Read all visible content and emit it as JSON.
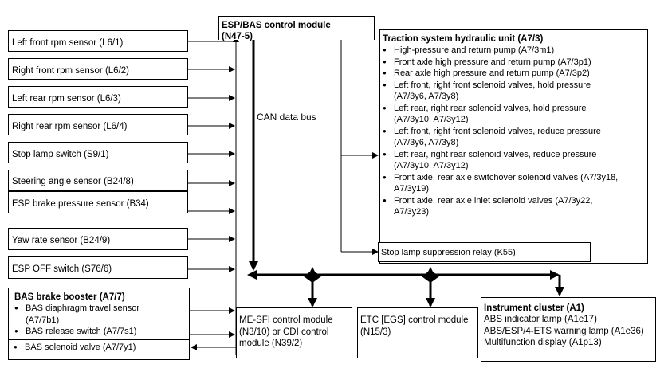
{
  "control_module": {
    "title": "ESP/BAS control module",
    "code": "(N47-5)"
  },
  "can_bus_label": "CAN data bus",
  "sensors": [
    "Left front rpm sensor (L6/1)",
    "Right front rpm sensor (L6/2)",
    "Left rear rpm sensor (L6/3)",
    "Right rear rpm sensor (L6/4)",
    "Stop lamp switch (S9/1)",
    "Steering angle sensor (B24/8)",
    "ESP brake pressure sensor (B34)",
    "Yaw rate sensor (B24/9)",
    "ESP OFF switch (S76/6)"
  ],
  "bas_booster": {
    "title": "BAS brake booster (A7/7)",
    "items": [
      [
        "BAS diaphragm travel sensor",
        "(A7/7b1)"
      ],
      [
        "BAS release switch (A7/7s1)"
      ],
      [
        "BAS solenoid valve (A7/7y1)"
      ]
    ]
  },
  "hydraulic_unit": {
    "title": "Traction system hydraulic unit (A7/3)",
    "items": [
      [
        "High-pressure and return pump (A7/3m1)"
      ],
      [
        "Front axle high pressure and return pump (A7/3p1)"
      ],
      [
        "Rear axle high pressure and return pump (A7/3p2)"
      ],
      [
        "Left front, right front solenoid valves, hold pressure",
        "(A7/3y6, A7/3y8)"
      ],
      [
        "Left rear, right rear solenoid valves, hold pressure",
        "(A7/3y10, A7/3y12)"
      ],
      [
        "Left front, right front solenoid valves, reduce pressure",
        "(A7/3y6, A7/3y8)"
      ],
      [
        "Left rear, right rear solenoid valves, reduce pressure",
        "(A7/3y10, A7/3y12)"
      ],
      [
        "Front axle, rear axle switchover solenoid valves (A7/3y18,",
        "A7/3y19)"
      ],
      [
        "Front axle, rear axle inlet solenoid valves (A7/3y22,",
        "A7/3y23)"
      ]
    ]
  },
  "stop_lamp_relay": "Stop lamp suppression relay (K55)",
  "me_sfi": [
    "ME-SFI control module",
    "(N3/10) or CDI control",
    "module (N39/2)"
  ],
  "etc": [
    "ETC [EGS] control module",
    "(N15/3)"
  ],
  "instrument_cluster": {
    "title": "Instrument cluster (A1)",
    "items": [
      "ABS indicator lamp (A1e17)",
      "ABS/ESP/4-ETS warning lamp (A1e36)",
      "Multifunction display (A1p13)"
    ]
  }
}
